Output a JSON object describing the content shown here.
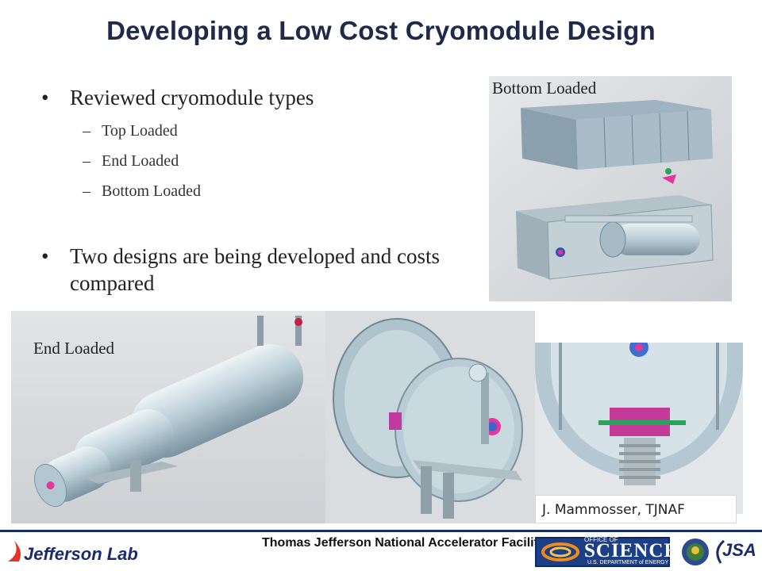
{
  "slide": {
    "title": "Developing a Low Cost Cryomodule Design",
    "bullets": [
      {
        "text": "Reviewed cryomodule types",
        "subitems": [
          "Top Loaded",
          "End Loaded",
          "Bottom Loaded"
        ]
      },
      {
        "text": "Two designs are being developed and costs compared"
      }
    ],
    "figures": {
      "bottom_loaded_label": "Bottom Loaded",
      "end_loaded_label": "End Loaded",
      "credit": "J. Mammosser, TJNAF"
    }
  },
  "footer": {
    "logo_text": "Jefferson Lab",
    "lab_name": "Thomas Jefferson National Accelerator Facility",
    "office_of": "OFFICE OF",
    "science": "SCIENCE",
    "doe": "U.S. DEPARTMENT of ENERGY",
    "jsa": "JSA"
  },
  "colors": {
    "title": "#1f2a4a",
    "render_bg": "#d9dcdf",
    "cryostat": "#b9cfd8",
    "footer_navy": "#1a2b6b"
  }
}
